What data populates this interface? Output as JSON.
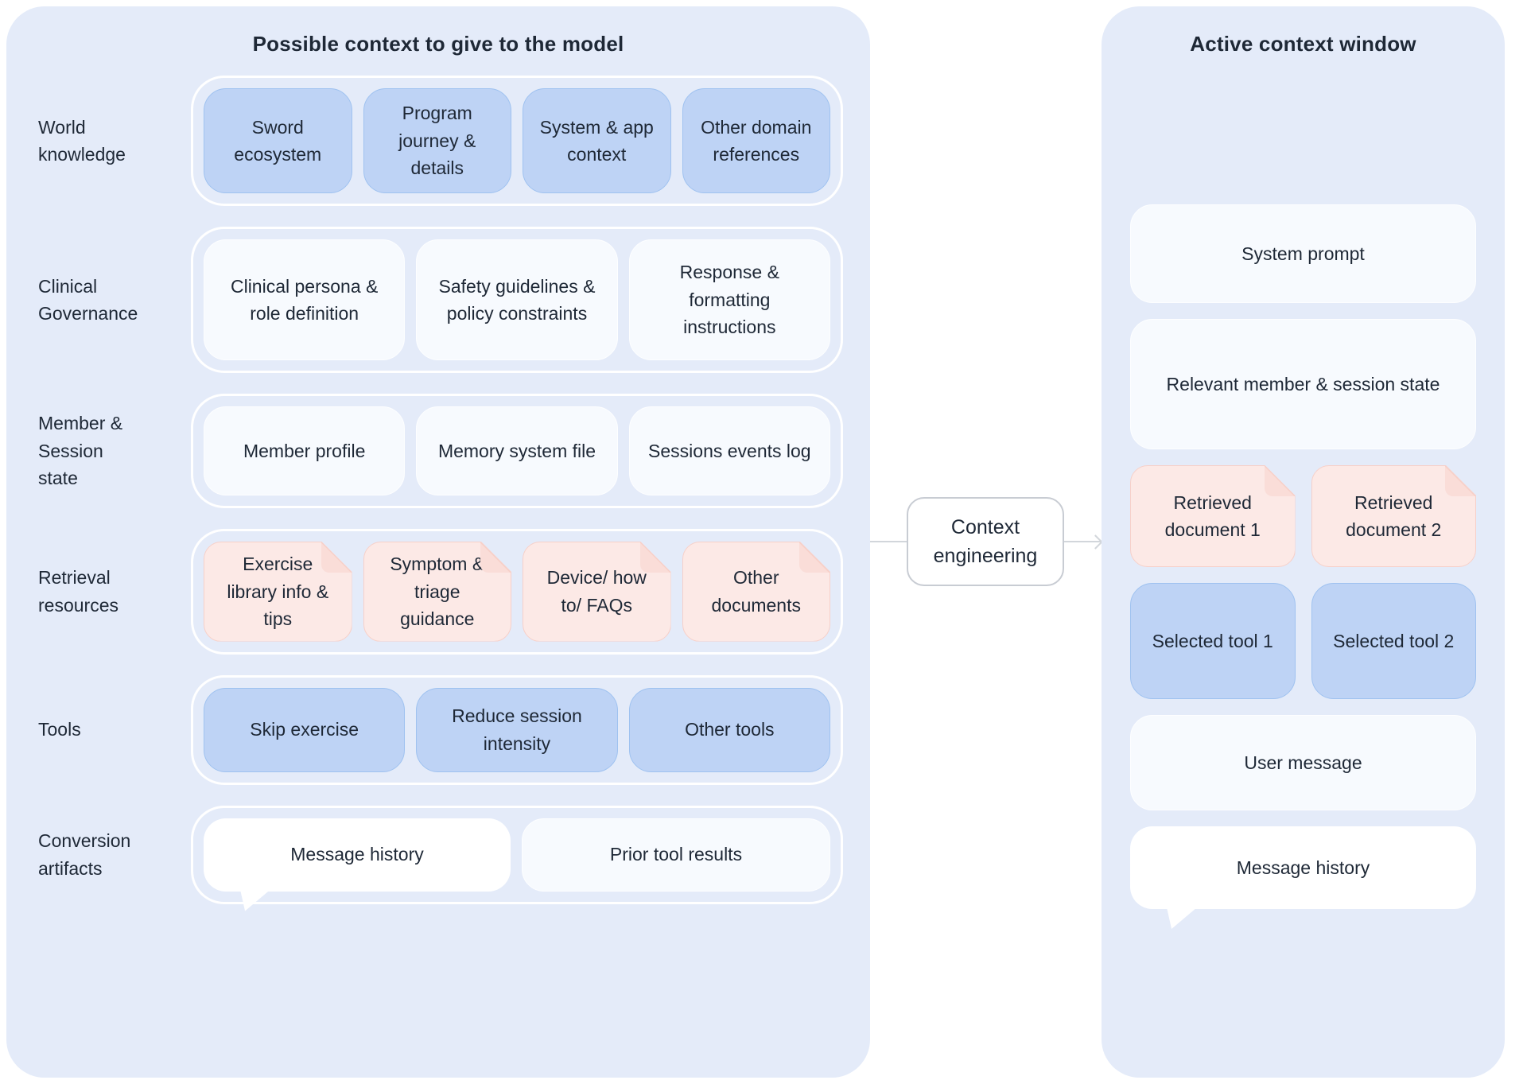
{
  "left_panel": {
    "title": "Possible context to give to the model",
    "rows": [
      {
        "label": "World knowledge",
        "chips": [
          {
            "text": "Sword ecosystem",
            "style": "blue"
          },
          {
            "text": "Program journey & details",
            "style": "blue"
          },
          {
            "text": "System & app context",
            "style": "blue"
          },
          {
            "text": "Other domain references",
            "style": "blue"
          }
        ]
      },
      {
        "label": "Clinical Governance",
        "chips": [
          {
            "text": "Clinical persona & role definition",
            "style": "light"
          },
          {
            "text": "Safety guidelines & policy constraints",
            "style": "light"
          },
          {
            "text": "Response & formatting instructions",
            "style": "light"
          }
        ]
      },
      {
        "label": "Member & Session state",
        "chips": [
          {
            "text": "Member profile",
            "style": "light"
          },
          {
            "text": "Memory system file",
            "style": "light"
          },
          {
            "text": "Sessions events log",
            "style": "light"
          }
        ]
      },
      {
        "label": "Retrieval resources",
        "chips": [
          {
            "text": "Exercise library info & tips",
            "style": "doc"
          },
          {
            "text": "Symptom & triage guidance",
            "style": "doc"
          },
          {
            "text": "Device/ how to/ FAQs",
            "style": "doc"
          },
          {
            "text": "Other documents",
            "style": "doc"
          }
        ]
      },
      {
        "label": "Tools",
        "chips": [
          {
            "text": "Skip exercise",
            "style": "blue"
          },
          {
            "text": "Reduce session intensity",
            "style": "blue"
          },
          {
            "text": "Other tools",
            "style": "blue"
          }
        ]
      },
      {
        "label": "Conversion artifacts",
        "chips": [
          {
            "text": "Message history",
            "style": "bubble"
          },
          {
            "text": "Prior tool results",
            "style": "light"
          }
        ]
      }
    ]
  },
  "connector": {
    "label": "Context engineering"
  },
  "right_panel": {
    "title": "Active context window",
    "items": [
      {
        "kind": "single",
        "text": "System prompt",
        "style": "light"
      },
      {
        "kind": "single",
        "text": "Relevant member & session state",
        "style": "light"
      },
      {
        "kind": "pair",
        "chips": [
          {
            "text": "Retrieved document 1",
            "style": "doc"
          },
          {
            "text": "Retrieved document 2",
            "style": "doc"
          }
        ]
      },
      {
        "kind": "pair",
        "chips": [
          {
            "text": "Selected tool 1",
            "style": "blue"
          },
          {
            "text": "Selected tool 2",
            "style": "blue"
          }
        ]
      },
      {
        "kind": "single",
        "text": "User message",
        "style": "light"
      },
      {
        "kind": "single",
        "text": "Message history",
        "style": "bubble"
      }
    ]
  },
  "colors": {
    "panel_bg": "#E4EBF9",
    "chip_blue_bg": "#BED3F5",
    "chip_blue_border": "#9FC2F0",
    "chip_light_bg": "#F7FAFE",
    "doc_pink_bg": "#FCE9E6",
    "doc_pink_border": "#F7D0C9",
    "doc_fold": "#FADDD8",
    "bubble_bg": "#FFFFFF",
    "text": "#1E2836",
    "connector_border": "#C8CCD3",
    "connector_line": "#D2D6DB"
  }
}
